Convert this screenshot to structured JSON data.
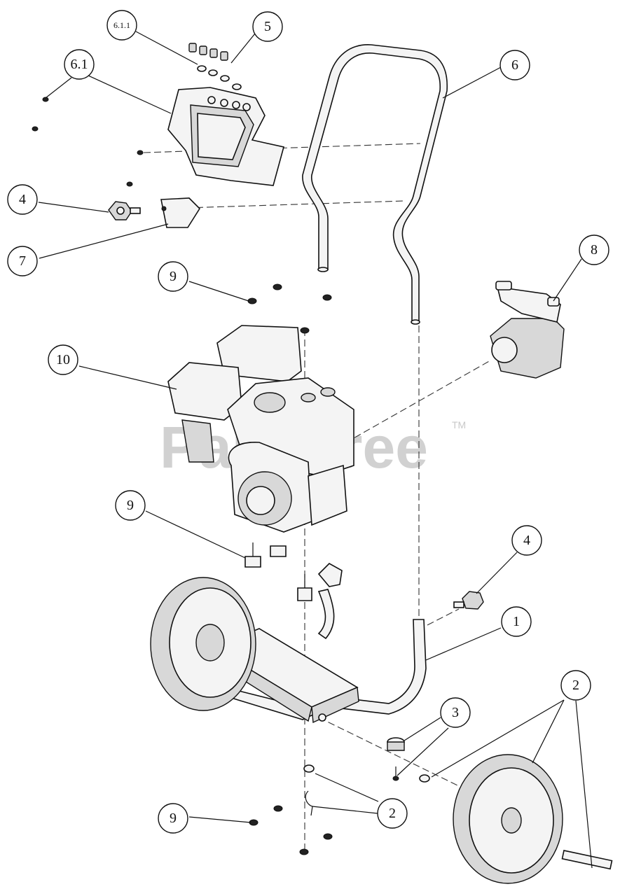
{
  "watermark": {
    "text": "PartsTree",
    "trademark": "TM"
  },
  "callouts": [
    {
      "id": "c-6-1-1",
      "label": "6.1.1",
      "small": true
    },
    {
      "id": "c-5",
      "label": "5"
    },
    {
      "id": "c-6-1",
      "label": "6.1"
    },
    {
      "id": "c-6",
      "label": "6"
    },
    {
      "id": "c-4-top",
      "label": "4"
    },
    {
      "id": "c-7",
      "label": "7"
    },
    {
      "id": "c-8",
      "label": "8"
    },
    {
      "id": "c-9-top",
      "label": "9"
    },
    {
      "id": "c-10",
      "label": "10"
    },
    {
      "id": "c-9-mid",
      "label": "9"
    },
    {
      "id": "c-4-right",
      "label": "4"
    },
    {
      "id": "c-1",
      "label": "1"
    },
    {
      "id": "c-2-right",
      "label": "2"
    },
    {
      "id": "c-3",
      "label": "3"
    },
    {
      "id": "c-2-bottom",
      "label": "2"
    },
    {
      "id": "c-9-bottom",
      "label": "9"
    }
  ]
}
